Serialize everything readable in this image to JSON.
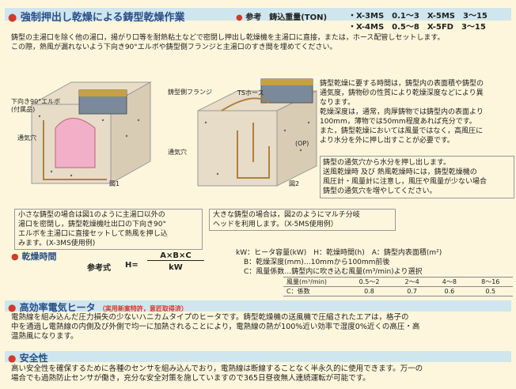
{
  "section1": {
    "title": "強制押出し乾燥による鋳型乾燥作業",
    "ref_label": "参考　鋳込重量(TON)",
    "models": [
      "・X-3MS　0.1〜3　X-5MS　3〜15",
      "・X-4MS　0.5〜8　X-5FD　3〜15"
    ],
    "intro": [
      "鋳型の主湯口を除く他の湯口，揚がり口等を耐熱粘土などで密閉し押出し乾燥機を主湯口に直接，または，ホース配管しセットします。",
      "この際，熱風が漏れないよう下向き90°エルボや鋳型側フランジと主湯口のすき間を埋めてください。"
    ]
  },
  "figure1": {
    "label_elbow": "下向き90°エルボ",
    "label_elbow_sub": "(付属品)",
    "label_vent": "通気穴",
    "caption": "図1"
  },
  "figure2": {
    "label_flange": "鋳型側フランジ",
    "label_hose": "TSホース",
    "label_op": "(OP)",
    "label_vent": "通気穴",
    "caption": "図2"
  },
  "right_text": [
    "鋳型乾燥に要する時間は，鋳型内の表面積や鋳型の",
    "通気度，鋳物砂の性質により乾燥深度などにより異",
    "なります。",
    "乾燥深度は，通常，肉厚鋳物では鋳型内の表面より",
    "100mm，薄物では50mm程度あれば充分です。",
    "また，鋳型乾燥においては風量ではなく，高風圧に",
    "より水分を外に押し出すことが必要です。"
  ],
  "right_box": [
    "鋳型の通気穴から水分を押し出します。",
    "送風乾燥時 及び 熱風乾燥時には，鋳型乾燥機の",
    "風圧計・風量計に注意し，風圧や風量が少ない場合",
    "鋳型の通気穴を増やしてください。"
  ],
  "note1": [
    "小さな鋳型の場合は図1のように主湯口以外の",
    "湯口を密閉し，鋳型乾燥機吐出口の下向き90°",
    "エルボを主湯口に直接セットして熱風を押し込",
    "みます。(X-3MS使用例)"
  ],
  "note2": [
    "大きな鋳型の場合は，図2のようにマルチ分岐",
    "ヘッドを利用します。（X-5MS使用例）"
  ],
  "drying_time": {
    "title": "乾燥時間",
    "formula_label": "参考式",
    "formula_h": "H=",
    "numerator": "A×B×C",
    "denominator": "kW",
    "legend": [
      "kW：ヒータ容量(kW)　H：乾燥時間(h)　A：鋳型内表面積(m²)",
      "B：乾燥深度(mm)…10mmから100mm前後",
      "C：風量係数…鋳型内に吹き込む風量(m³/min)より選択"
    ],
    "table_header": [
      "風量(m³/min)",
      "0.5〜2",
      "2〜4",
      "4〜8",
      "8〜16"
    ],
    "table_row": [
      "C：係数",
      "0.8",
      "0.7",
      "0.6",
      "0.5"
    ]
  },
  "section2": {
    "title": "高効率電気ヒータ",
    "subtitle": "（実用新案特許，意匠取得済）",
    "body": [
      "電熱線を組み込んだ圧力損失の少ないハニカムタイプのヒータです。鋳型乾燥機の送風機で圧縮されたエアは，格子の",
      "中を通過し電熱線の内側及び外側で均一に加熱されることにより，電熱線の熱が100%近い効率で湿度0%近くの高圧・高",
      "温熱風になります。"
    ]
  },
  "section3": {
    "title": "安全性",
    "body": [
      "高い安全性を確保するために各種のセンサを組み込んでおり，電熱線は断線することなく半永久的に使用できます。万一の",
      "場合でも過熱防止センサが働き，充分な安全対策を施していますので365日昼夜無人連続運転が可能です。"
    ]
  }
}
